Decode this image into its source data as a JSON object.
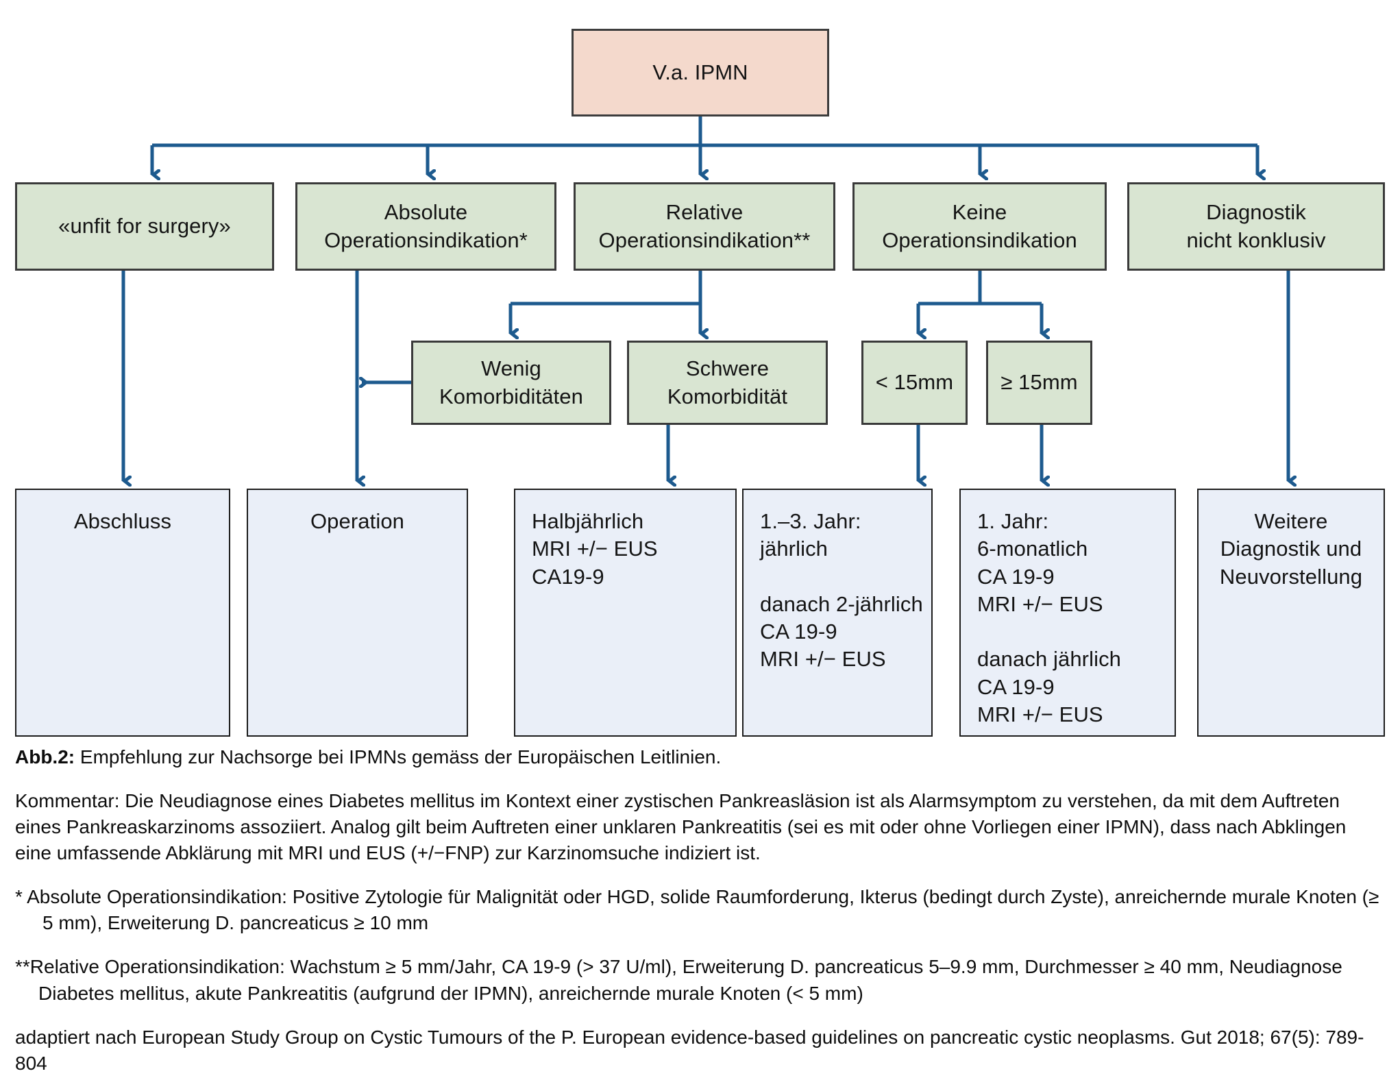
{
  "figure": {
    "root": {
      "label": "V.a. IPMN",
      "color": "#f4d9cc"
    },
    "level1": [
      {
        "label": "«unfit for surgery»"
      },
      {
        "label": "Absolute\nOperationsindikation*"
      },
      {
        "label": "Relative\nOperationsindikation**"
      },
      {
        "label": "Keine\nOperationsindikation"
      },
      {
        "label": "Diagnostik\nnicht konklusiv"
      }
    ],
    "level2": [
      {
        "label": "Wenig\nKomorbiditäten"
      },
      {
        "label": "Schwere\nKomorbidität"
      },
      {
        "label": "< 15mm"
      },
      {
        "label": "≥ 15mm"
      }
    ],
    "outcomes": [
      {
        "label": "Abschluss"
      },
      {
        "label": "Operation"
      },
      {
        "label": "Halbjährlich\nMRI +/− EUS\nCA19-9"
      },
      {
        "label": "1.–3. Jahr:\njährlich\n\ndanach 2-jährlich\nCA 19-9\nMRI +/− EUS"
      },
      {
        "label": "1. Jahr:\n6-monatlich\nCA 19-9\nMRI +/− EUS\n\ndanach jährlich\nCA 19-9\nMRI +/− EUS"
      },
      {
        "label": "Weitere\nDiagnostik und\nNeuvorstellung"
      }
    ],
    "colors": {
      "green_fill": "#d9e5d2",
      "blue_fill": "#eaeff8",
      "root_fill": "#f4d9cc",
      "edge": "#1d5a8e",
      "border": "#3a3a3a"
    }
  },
  "caption": {
    "figure_number": "Abb.2:",
    "figure_title": " Empfehlung zur Nachsorge bei IPMNs gemäss der Europäischen Leitlinien.",
    "kommentar": "Kommentar: Die Neudiagnose eines Diabetes mellitus im Kontext einer zystischen Pankreasläsion ist als Alarmsymptom zu verstehen, da mit dem Auftreten eines Pankreaskarzinoms assoziiert. Analog gilt beim Auftreten einer unklaren Pankreatitis (sei es mit oder ohne Vorliegen einer IPMN), dass nach Abklingen eine umfassende Abklärung mit MRI und EUS (+/−FNP) zur Karzinomsuche indiziert ist.",
    "footnote_single": "*  Absolute Operationsindikation: Positive Zytologie für Malignität oder HGD, solide Raumforderung, Ikterus (bedingt durch Zyste), anreichernde murale Knoten (≥ 5 mm), Erweiterung D. pancreaticus ≥ 10 mm",
    "footnote_double": "**Relative Operationsindikation: Wachstum ≥ 5 mm/Jahr, CA 19-9 (> 37 U/ml), Erweiterung D. pancreaticus 5–9.9 mm, Durchmesser ≥ 40 mm, Neudiagnose Diabetes mellitus, akute Pankreatitis (aufgrund der IPMN), anreichernde murale Knoten (< 5 mm)",
    "source": "adaptiert nach European Study Group on Cystic Tumours of the P. European evidence-based guidelines on pancreatic cystic neoplasms. Gut 2018; 67(5): 789-804"
  }
}
